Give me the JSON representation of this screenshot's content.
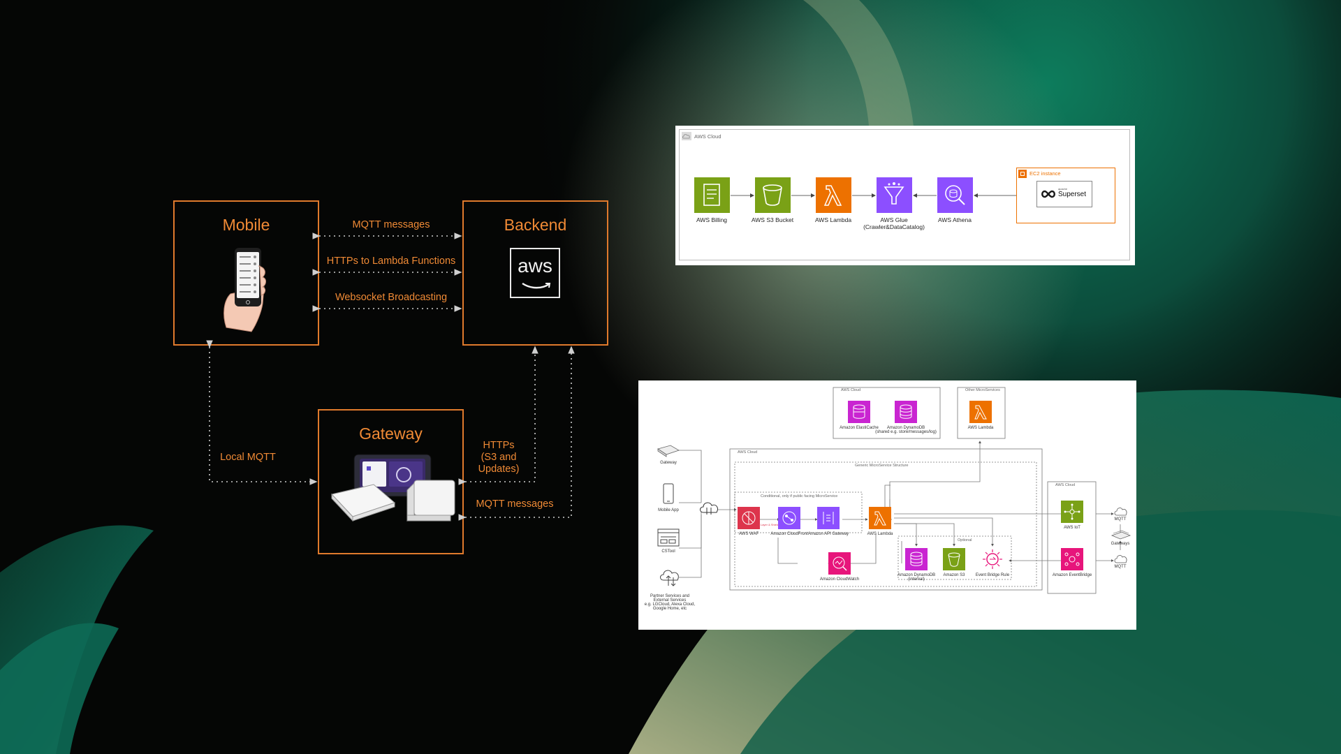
{
  "main_diagram": {
    "mobile": {
      "title": "Mobile"
    },
    "backend": {
      "title": "Backend",
      "logo_text": "aws"
    },
    "gateway": {
      "title": "Gateway"
    },
    "edges": {
      "mobile_backend_1": "MQTT messages",
      "mobile_backend_2": "HTTPs to Lambda Functions",
      "mobile_backend_3": "Websocket Broadcasting",
      "mobile_gateway": "Local MQTT",
      "gateway_backend_https": "HTTPs\n(S3 and\nUpdates)",
      "gateway_backend_mqtt": "MQTT messages"
    }
  },
  "billing_diagram": {
    "group_label": "AWS Cloud",
    "ec2_label": "EC2 instance",
    "superset_text": "Superset",
    "superset_prefix": "apache",
    "services": [
      {
        "name": "AWS Billing",
        "color": "#7aa116",
        "icon": "billing-icon"
      },
      {
        "name": "AWS S3 Bucket",
        "color": "#7aa116",
        "icon": "s3-bucket-icon"
      },
      {
        "name": "AWS Lambda",
        "color": "#ed7100",
        "icon": "lambda-icon"
      },
      {
        "name": "AWS Glue",
        "sub": "(Crawler&DataCatalog)",
        "color": "#8c4fff",
        "icon": "glue-icon"
      },
      {
        "name": "AWS Athena",
        "color": "#8c4fff",
        "icon": "athena-icon"
      }
    ]
  },
  "microservice_diagram": {
    "groups": {
      "aws_cloud_top": "AWS Cloud",
      "other_microservices": "Other MicroServices",
      "aws_cloud_main": "AWS Cloud",
      "generic_structure": "Generic MicroService Structure",
      "conditional": "Conditional, only if public facing MicroService",
      "optional": "Optional",
      "aws_cloud_right": "AWS Cloud"
    },
    "clients": {
      "gateway": "Gateway",
      "mobile_app": "Mobile App",
      "cstool": "CSTool",
      "partner_line1": "Partner Services and",
      "partner_line2": "External Services",
      "partner_line3": "e.g. LGCloud, Alexa Cloud,",
      "partner_line4": "Google Home, etc"
    },
    "services": {
      "elasticache": "Amazon ElastiCache",
      "dynamodb_shared": "Amazon DynamoDB",
      "dynamodb_shared_sub": "(shared e.g. store/messages/log)",
      "lambda_other": "AWS Lambda",
      "waf": "AWS WAF",
      "cloudfront": "Amazon CloudFront",
      "api_gateway": "Amazon API Gateway",
      "lambda_main": "AWS Lambda",
      "cloudwatch": "Amazon CloudWatch",
      "dynamodb_internal": "Amazon DynamoDB",
      "dynamodb_internal_sub": "(internal)",
      "s3": "Amazon S3",
      "eventbridge_rule": "Event Bridge Rule",
      "iot": "AWS IoT",
      "eventbridge": "Amazon EventBridge",
      "mqtt_top": "MQTT",
      "gateways": "Gateways",
      "mqtt_bottom": "MQTT",
      "waf_block": "Layer & Shield"
    },
    "colors": {
      "compute": "#ed7100",
      "database": "#c925d1",
      "network": "#8c4fff",
      "security": "#dd344c",
      "storage": "#7aa116",
      "management": "#e7157b",
      "iot": "#7aa116"
    }
  }
}
